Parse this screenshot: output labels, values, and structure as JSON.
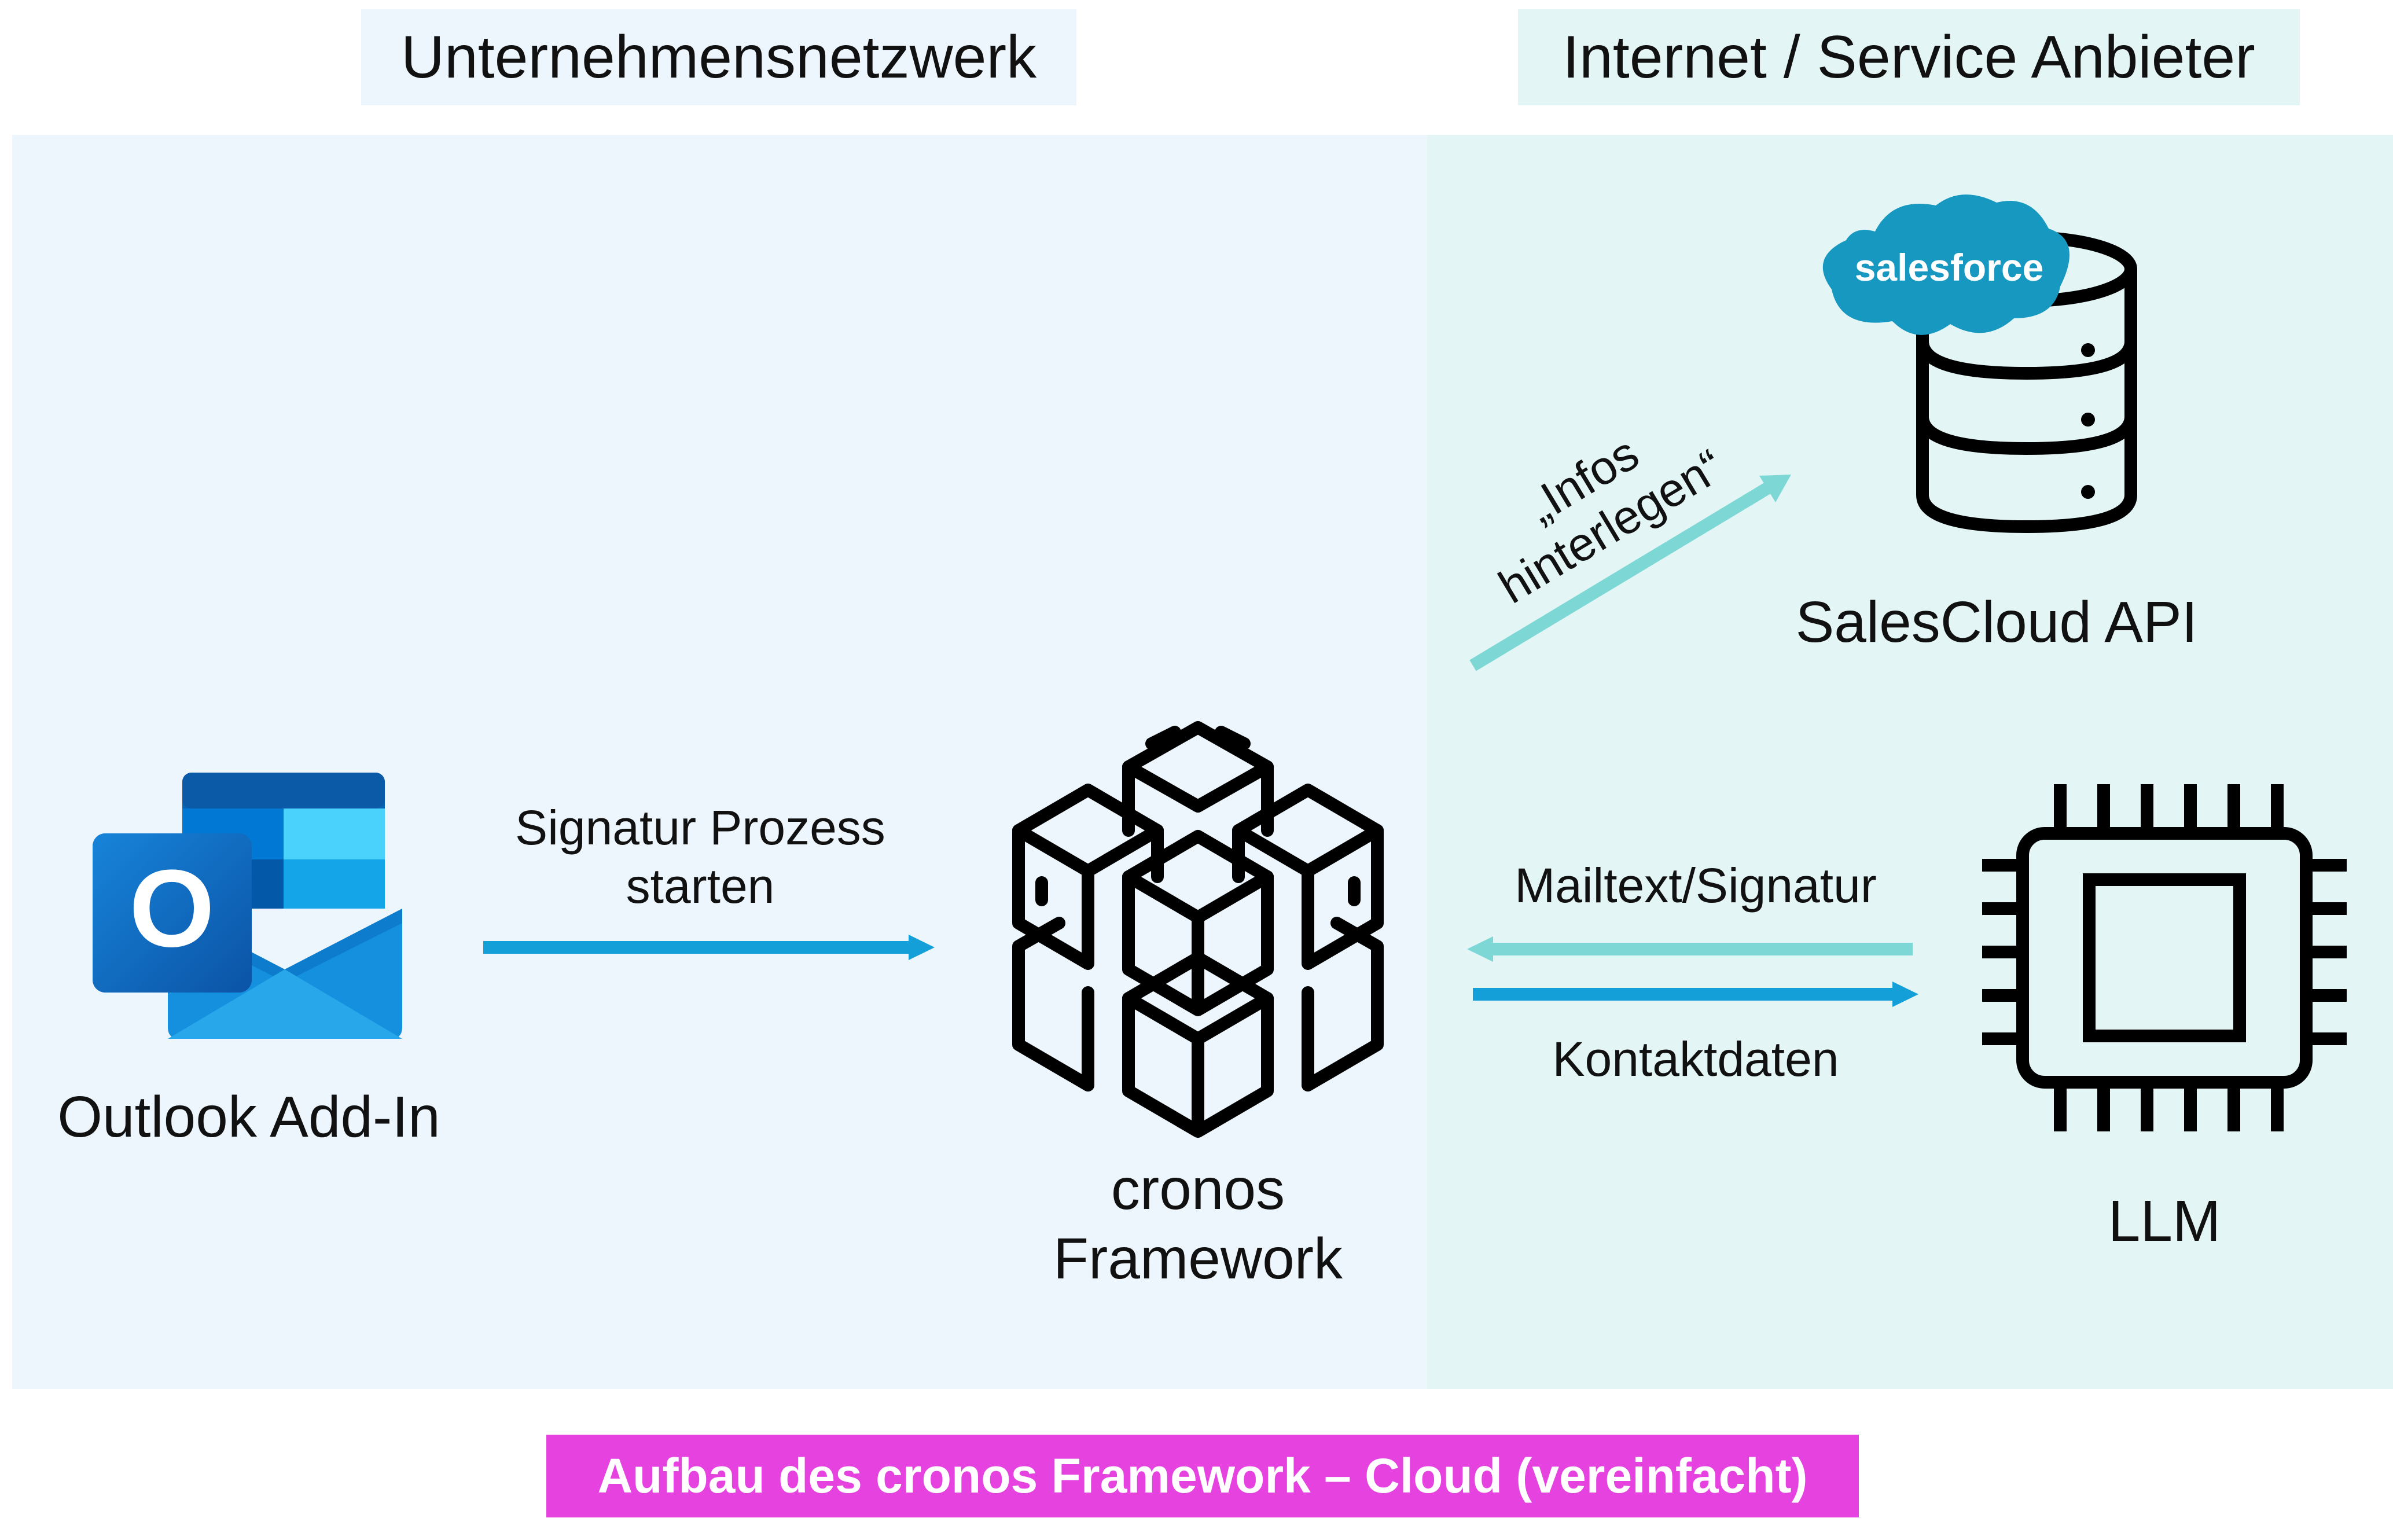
{
  "zones": {
    "left_header": "Unternehmensnetzwerk",
    "right_header": "Internet / Service Anbieter"
  },
  "nodes": {
    "outlook": {
      "label": "Outlook Add-In",
      "icon": "outlook-icon",
      "icon_letter": "O"
    },
    "cronos": {
      "line1": "cronos",
      "line2": "Framework",
      "icon": "cubes-icon"
    },
    "salescloud": {
      "label": "SalesCloud API",
      "icon": "database-icon",
      "logo_text": "salesforce"
    },
    "llm": {
      "label": "LLM",
      "icon": "cpu-chip-icon"
    }
  },
  "edges": {
    "signatur": {
      "line1": "Signatur Prozess",
      "line2": "starten"
    },
    "infos": {
      "line1": "„Infos",
      "line2": "hinterlegen“"
    },
    "mailtext": "Mailtext/Signatur",
    "kontaktdaten": "Kontaktdaten"
  },
  "caption": "Aufbau des cronos Framework – Cloud (vereinfacht)",
  "colors": {
    "left_zone": "#edf5fd",
    "right_zone": "#e3f5f5",
    "arrow_blue": "#149fd8",
    "arrow_teal": "#7dd8d5",
    "caption_bg": "#e542e0",
    "salesforce_blue": "#1798c1"
  }
}
